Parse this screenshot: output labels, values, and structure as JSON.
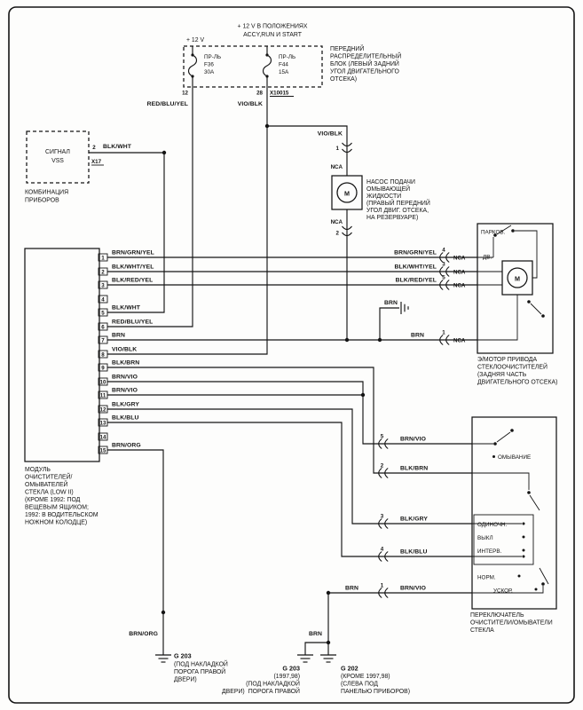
{
  "top": {
    "v12": "+ 12 V",
    "v12_cond_1": "+ 12 V В ПОЛОЖЕНИЯХ",
    "v12_cond_2": "ACCY,RUN И START",
    "fuse1": {
      "name": "ПР-ЛЬ",
      "code": "F36",
      "amps": "30A",
      "pin": "12",
      "wire": "RED/BLU/YEL"
    },
    "fuse2": {
      "name": "ПР-ЛЬ",
      "code": "F44",
      "amps": "15A",
      "pin": "28",
      "conn": "X10015",
      "wire": "VIO/BLK"
    },
    "dist": {
      "l1": "ПЕРЕДНИЙ",
      "l2": "РАСПРЕДЕЛИТЕЛЬНЫЙ",
      "l3": "БЛОК (ЛЕВЫЙ ЗАДНИЙ",
      "l4": "УГОЛ ДВИГАТЕЛЬНОГО",
      "l5": "ОТСЕКА)"
    }
  },
  "vss": {
    "l1": "СИГНАЛ",
    "l2": "VSS",
    "pin": "2",
    "wire": "BLK/WHT",
    "conn": "X17",
    "cap1": "КОМБИНАЦИЯ",
    "cap2": "ПРИБОРОВ"
  },
  "pump": {
    "wire": "VIO/BLK",
    "pin1": "1",
    "pin2": "2",
    "nca": "NCA",
    "m": "М",
    "cap": {
      "l1": "НАСОС ПОДАЧИ",
      "l2": "ОМЫВАЮЩЕЙ",
      "l3": "ЖИДКОСТИ",
      "l4": "(ПРАВЫЙ ПЕРЕДНИЙ",
      "l5": "УГОЛ ДВИГ. ОТСЕКА,",
      "l6": "НА РЕЗЕРВУАРЕ)"
    }
  },
  "module": {
    "pins": [
      {
        "n": "1",
        "wire": "BRN/GRN/YEL"
      },
      {
        "n": "2",
        "wire": "BLK/WHT/YEL"
      },
      {
        "n": "3",
        "wire": "BLK/RED/YEL"
      },
      {
        "n": "4",
        "wire": ""
      },
      {
        "n": "5",
        "wire": "BLK/WHT"
      },
      {
        "n": "6",
        "wire": "RED/BLU/YEL"
      },
      {
        "n": "7",
        "wire": "BRN"
      },
      {
        "n": "8",
        "wire": "VIO/BLK"
      },
      {
        "n": "9",
        "wire": "BLK/BRN"
      },
      {
        "n": "10",
        "wire": "BRN/VIO"
      },
      {
        "n": "11",
        "wire": "BRN/VIO"
      },
      {
        "n": "12",
        "wire": "BLK/GRY"
      },
      {
        "n": "13",
        "wire": "BLK/BLU"
      },
      {
        "n": "14",
        "wire": ""
      },
      {
        "n": "15",
        "wire": "BRN/ORG"
      }
    ],
    "cap": {
      "l1": "МОДУЛЬ",
      "l2": "ОЧИСТИТЕЛЕЙ/",
      "l3": "ОМЫВАТЕЛЕЙ",
      "l4": "СТЕКЛА (LOW II)",
      "l5": "(КРОМЕ 1992: ПОД",
      "l6": "ВЕЩЕВЫМ ЯЩИКОМ;",
      "l7": "1992: В ВОДИТЕЛЬСКОМ",
      "l8": "НОЖНОМ КОЛОДЦЕ)"
    }
  },
  "motor": {
    "park": "ПАРКОВ.",
    "dv": "ДВ.",
    "m": "М",
    "nca": "NCA",
    "rows": [
      {
        "wire": "BRN/GRN/YEL",
        "pin": "4"
      },
      {
        "wire": "BLK/WHT/YEL",
        "pin": "3"
      },
      {
        "wire": "BLK/RED/YEL",
        "pin": "5"
      },
      {
        "wire": "BRN",
        "pin": "1"
      }
    ],
    "cap": {
      "l1": "Э/МОТОР ПРИВОДА",
      "l2": "СТЕКЛООЧИСТИТЕЛЕЙ",
      "l3": "(ЗАДНЯЯ ЧАСТЬ",
      "l4": "ДВИГАТЕЛЬНОГО ОТСЕКА)"
    }
  },
  "midground": {
    "wire": "BRN"
  },
  "switch": {
    "rows": [
      {
        "pin": "5",
        "wire": "BRN/VIO"
      },
      {
        "pin": "2",
        "wire": "BLK/BRN"
      },
      {
        "pin": "3",
        "wire": "BLK/GRY"
      },
      {
        "pin": "4",
        "wire": "BLK/BLU"
      },
      {
        "pin": "1",
        "wire": "BRN/VIO"
      }
    ],
    "wire_left_bottom": "BRN",
    "wash": "ОМЫВАНИЕ",
    "single": "ОДИНОЧН.",
    "off": "ВЫКЛ",
    "interval": "ИНТЕРВ.",
    "norm": "НОРМ.",
    "fast": "УСКОР.",
    "cap": {
      "l1": "ПЕРЕКЛЮЧАТЕЛЬ",
      "l2": "ОЧИСТИТЕЛИ/ОМЫВАТЕЛИ",
      "l3": "СТЕКЛА"
    }
  },
  "grounds": {
    "left": {
      "wire": "BRN/ORG",
      "name": "G 203",
      "l1": "(ПОД НАКЛАДКОЙ",
      "l2": "ПОРОГА ПРАВОЙ",
      "l3": "ДВЕРИ)"
    },
    "mid": {
      "wire": "BRN",
      "name": "G 203",
      "l1": "(1997,98)",
      "l2": "(ПОД НАКЛАДКОЙ",
      "l3": "ПОРОГА ПРАВОЙ",
      "l4": "ДВЕРИ)"
    },
    "right": {
      "name": "G 202",
      "l1": "(КРОМЕ 1997,98)",
      "l2": "(СЛЕВА ПОД",
      "l3": "ПАНЕЛЬЮ ПРИБОРОВ)"
    }
  }
}
